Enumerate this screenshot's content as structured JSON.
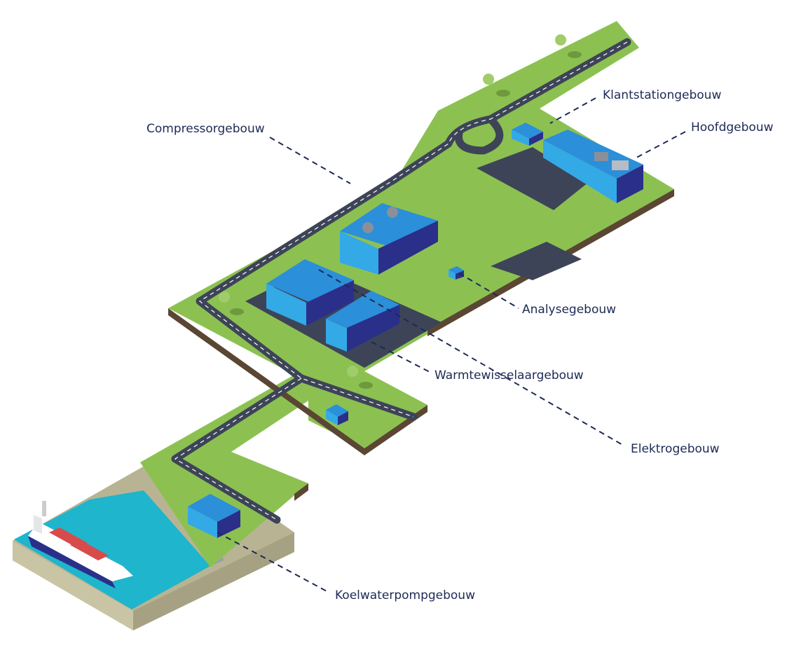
{
  "labels": {
    "compressor": "Compressorgebouw",
    "klantstation": "Klantstationgebouw",
    "hoofd": "Hoofdgebouw",
    "analyse": "Analysegebouw",
    "warmtewisselaar": "Warmtewisselaargebouw",
    "elektro": "Elektrogebouw",
    "koelwaterpomp": "Koelwaterpompgebouw"
  },
  "colors": {
    "grass": "#8cc152",
    "soil": "#5a4632",
    "asphalt": "#3d4457",
    "building_top": "#2b8fd9",
    "building_front": "#33a9e6",
    "building_side": "#2a2f8a",
    "water": "#1fb5cc",
    "leader_line": "#1d2a55",
    "label_text": "#1d2a55"
  }
}
